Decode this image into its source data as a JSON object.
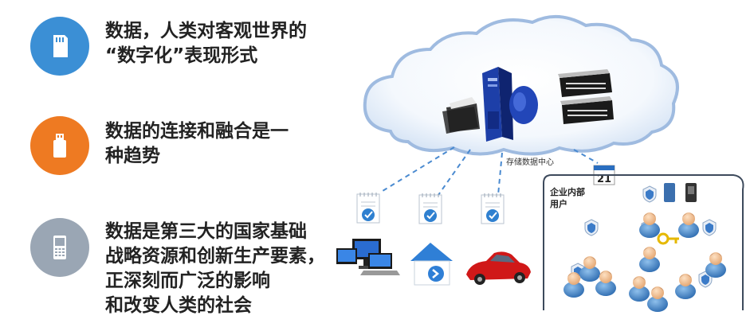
{
  "points": [
    {
      "lines": [
        "数据，人类对客观世界的",
        "“数字化”表现形式"
      ],
      "icon": "sd-card-icon",
      "color": "#3b8fd5"
    },
    {
      "lines": [
        "数据的连接和融合是一",
        "种趋势"
      ],
      "icon": "usb-drive-icon",
      "color": "#ee7a22"
    },
    {
      "lines": [
        "数据是第三大的国家基础",
        "战略资源和创新生产要素，",
        "正深刻而广泛的影响",
        "和改变人类的社会"
      ],
      "icon": "mobile-phone-icon",
      "color": "#9aa6b4"
    }
  ],
  "diagram": {
    "center_label": "存储数据中心",
    "enterprise_label_1": "企业内部",
    "enterprise_label_2": "用户",
    "calendar_day": "21"
  }
}
